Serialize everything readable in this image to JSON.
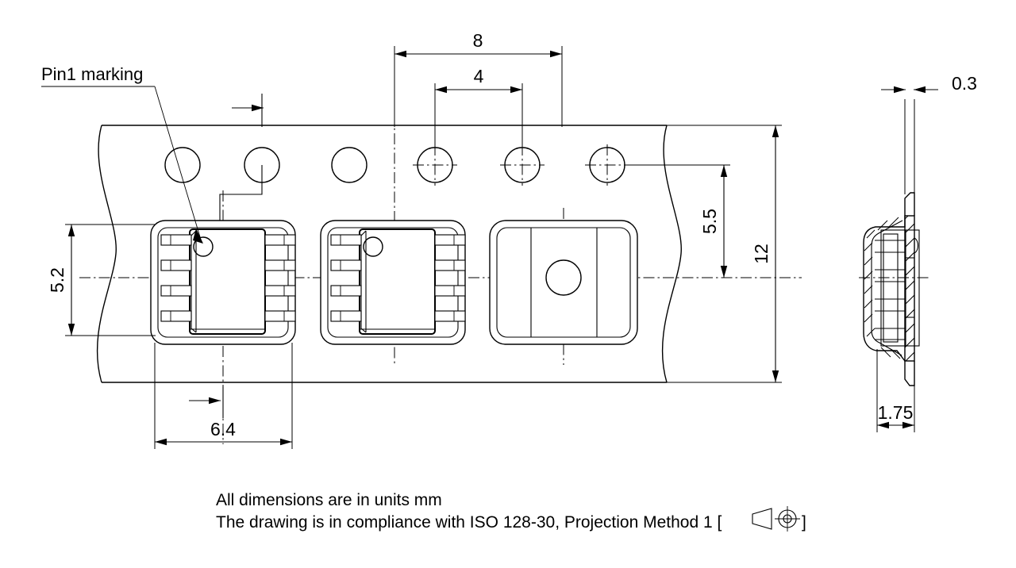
{
  "drawing": {
    "title": "Carrier tape packing drawing for SOIC-8 package",
    "annotations": {
      "pin1_marking": "Pin1 marking"
    },
    "dimensions": {
      "pitch_overall": "8",
      "sprocket_pitch": "4",
      "pocket_height": "5.2",
      "pocket_width": "6.4",
      "sprocket_to_center": "5.5",
      "tape_width": "12",
      "tape_thickness": "0.3",
      "pocket_depth": "1.75"
    },
    "notes": {
      "line1": "All dimensions are in units mm",
      "line2_prefix": "The drawing is in compliance with ISO 128-30, Projection Method 1 [",
      "line2_suffix": "]"
    },
    "colors": {
      "line": "#000000",
      "background": "#ffffff"
    }
  }
}
